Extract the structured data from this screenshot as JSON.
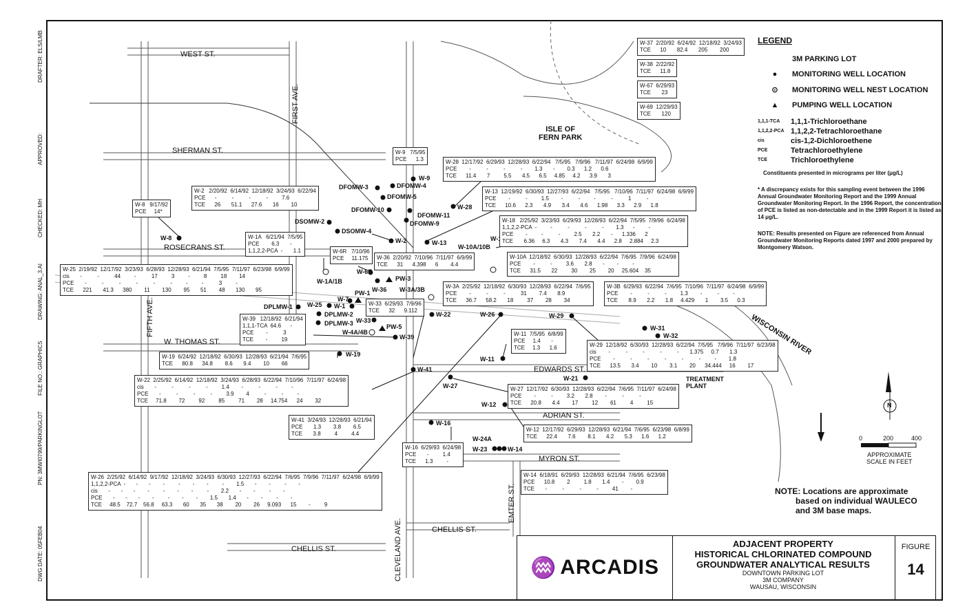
{
  "side_labels": [
    "DRAFTER: ELS/LMB",
    "APPROVED:",
    "CHECKED: MH",
    "DRAWING: ANAL_3.AI",
    "FILE NO.: GRAPHICS",
    "PN: 3MWI0799/PARKINGLOT",
    "DWG DATE: 05FEB04"
  ],
  "streets": {
    "west": "WEST ST.",
    "sherman": "SHERMAN ST.",
    "rosecrans": "ROSECRANS ST.",
    "w_thomas": "W. THOMAS ST.",
    "fifth": "FIFTH AVE.",
    "first": "FIRST AVE.",
    "edwards": "EDWARDS ST.",
    "adrian": "ADRIAN ST.",
    "myron": "MYRON ST.",
    "emter": "EMTER ST.",
    "chellis1": "CHELLIS ST.",
    "chellis2": "CHELLIS ST.",
    "cleveland": "CLEVELAND AVE.",
    "isle": "ISLE OF\nFERN PARK",
    "river": "WISCONSIN RIVER",
    "plant": "TREATMENT\nPLANT"
  },
  "wells": [
    "W-9",
    "DFOMW-3",
    "DFOMW-4",
    "DFOMW-5",
    "DFOMW-10",
    "DFOMW-11",
    "DFOMW-9",
    "DSOMW-2",
    "DSOMW-4",
    "W-2",
    "W-13",
    "W-10A/10B",
    "W-18",
    "W-28",
    "W-8",
    "W-1A/1B",
    "W-6R",
    "W-36",
    "PW-3",
    "W-3A/3B",
    "W-7",
    "PW-1",
    "W-1",
    "W-25",
    "DPLMW-1",
    "DPLMW-2",
    "DPLMW-3",
    "W-33",
    "W-4A/4B",
    "PW-5",
    "W-39",
    "W-22",
    "W-26",
    "W-29",
    "W-31",
    "W-32",
    "W-11",
    "W-21",
    "W-19",
    "W-41",
    "W-27",
    "W-12",
    "W-16",
    "W-24A",
    "W-23",
    "W-14"
  ],
  "tables": {
    "w37": "W-37  2/20/92  6/24/92  12/18/92  3/24/93\nTCE      10       82.4       205        200",
    "w38": "W-38  2/22/92\nTCE      11.8",
    "w67": "W-67  6/29/93\nTCE       23",
    "w69": "W-69  12/29/93\nTCE       120",
    "w9": "W-9   7/5/95\nPCE      1.3",
    "w28": "W-28  12/17/92  6/29/93  12/28/93  6/22/94   7/5/95   7/9/96   7/11/97  6/24/98  6/9/99\nPCE        -          -          -          -        1.3       -        0.3      1.2      0.6\nTCE      11.4       7         5.5       4.5      6.5     4.85     4.2      3.9       3",
    "w2": "W-2   2/20/92  6/14/92  12/18/92  3/24/93  6/22/94\nPCE      -          -          -          -         7.6\nTCE      26       51.1      27.6       16        10",
    "w8": "W-8   9/17/92\nPCE     14*",
    "w13": "W-13  12/19/92  6/30/93  12/27/93  6/22/94   7/5/95   7/10/96  7/11/97  6/24/98  6/9/99\nPCE        -          -         1.5        -          -         -          -          1          -\nTCE      10.6      2.3       4.9       3.4       4.6      1.98      3.3      2.9      1.8",
    "w18": "W-18   2/25/92  3/23/93  6/29/93  12/28/93  6/22/94  7/5/95  7/9/96  6/24/98\n1,1,2,2-PCA  -         -          -          -          -        1.3      -         -\nPCE        -         -          -         2.5       2.2       -      1.336      2\nTCE       6.36     6.3       4.3       7.4       4.4      2.8     2.884     2.3",
    "w1a": "W-1A   6/21/94  7/5/95\nPCE        6.3       -\n1,1,2,2-PCA  -       1.1",
    "w6r": "W-6R   7/10/96\nPCE     11.175",
    "w36": "W-36  2/20/92  7/10/96  7/11/97  6/9/99\nTCE      31      4.398      6        4.4",
    "w10a": "W-10A  12/18/92  6/30/93  12/28/93  6/22/94  7/6/95  7/9/96  6/24/98\nPCE        -          -         3.6       2.8       -        -         -\nTCE      31.5       22         30        25        20     25.604    35",
    "w25": "W-25  2/19/92  12/17/92  3/23/93  6/28/93  12/28/93  6/21/94  7/5/95  7/11/97  6/23/98  6/9/99\ncis       -          -          44         -          17         3         -         8         18        14\nPCE       -          -          -          -          -          -         -         -          3         -\nTCE      221       41.3      380        11        130        95       51        48       130       95",
    "w3a": "W-3A  2/25/92  12/18/92  6/30/93  12/28/93  6/22/94  7/6/95\nPCE        -          -          -          31        7.4       8.9\nTCE      36.7      58.2       18         37        28        34",
    "w3b": "W-3B  6/29/93  6/22/94  7/6/95  7/10/96  7/11/97  6/24/98  6/9/99\nPCE        -          -          -         1.3        -          -         -\nTCE       8.9       2.2       1.8     4.429       1        3.5      0.3",
    "w33": "W-33  6/29/93  7/9/96\nTCE      32      9.112",
    "w39": "W-39   12/18/92  6/21/94\n1,1,1-TCA  64.6      -\nPCE        -          3\nTCE        -         19",
    "w11": "W-11  7/5/95  6/8/99\nPCE     1.4       -\nTCE     1.3      1.6",
    "w29": "W-29  12/18/92  6/30/93  12/28/93  6/22/94  7/5/95   7/9/96  7/11/97  6/23/98\ncis        -          -          -          -          -       1.375     0.7       1.3\nPCE        -          -          -          -          -          -         -        1.8\nTCE      13.5       3.4        10        3.1        20      34.444     16        17",
    "w19": "W-19  6/24/92  12/18/92  6/30/93  12/28/93  6/21/94  7/6/95\nTCE      80.8      34.8        8.6       9.4        10        66",
    "w22": "W-22  2/25/92  6/14/92  12/18/92  3/24/93  6/28/93  6/22/94  7/10/96  7/11/97  6/24/98\ncis       -          -          -          -         1.4        -          -          -         -\nPCE       -          -          -          -         3.9        4          -          -         -\nTCE     71.8        72         92         85         71        28     14.754      24        32",
    "w27": "W-27  12/17/92  6/30/93  12/28/93  6/22/94  7/6/95  7/11/97  6/24/98\nPCE        -          -         3.2       2.8        -          -          -\nTCE      20.8       4.4        17         12        61         4         15",
    "w41": "W-41  3/24/93  12/28/93  6/21/94\nPCE       1.3        3.8        6.5\nTCE       3.8         4         4.4",
    "w12": "W-12  12/17/92  6/29/93  12/28/93  6/21/94  7/6/95  6/23/98  6/8/99\nTCE      22.4       7.6        8.1       4.2       5.3      1.6      1.2",
    "w16": "W-16  6/29/93  6/24/98\nPCE       -         1.4\nTCE      1.3         -",
    "w14": "W-14  6/18/91  6/29/93  12/28/93  6/21/94  7/6/95  6/23/98\nPCE      10.8        2         1.8       1.4        -        0.9\nTCE       -          -          -          -         41        -",
    "w26": "W-26  2/25/92  6/14/92  9/17/92  12/18/92  3/24/93  6/30/93  12/27/93  6/22/94  7/6/95  7/9/96  7/11/97  6/24/98  6/9/99\n1,1,2,2-PCA  -       -       -        -         -        -        -         -        1.5       -        -         -        -\ncis       -       -       -        -         -        -        -         -        2.2       -        -         -        -\nPCE       -       -       -        -         -        -        -        1.5       1.4       -        -         -        -\nTCE     48.5    72.7    56.8     63.3       60       35       38        20        26     9.093      15        -         9"
  },
  "legend": {
    "title": "LEGEND",
    "parking": "3M PARKING LOT",
    "mon_well": "MONITORING WELL LOCATION",
    "nest": "MONITORING WELL NEST LOCATION",
    "pump": "PUMPING WELL LOCATION",
    "abbrevs": [
      {
        "k": "1,1,1-TCA",
        "v": "1,1,1-Trichloroethane"
      },
      {
        "k": "1,1,2,2-PCA",
        "v": "1,1,2,2-Tetrachloroethane"
      },
      {
        "k": "cis",
        "v": "cis-1,2-Dichloroethene"
      },
      {
        "k": "PCE",
        "v": "Tetrachloroethylene"
      },
      {
        "k": "TCE",
        "v": "Trichloroethylene"
      }
    ],
    "units": "Constituents presented in micrograms per liter (μg/L)",
    "footnote": "* A discrepancy exists for this sampling event between the 1996 Annual Groundwater Monitoring Report and the 1999 Annual Groundwater Monitoring Report. In the 1996 Report, the concentration of PCE is listed as non-detectable and in the 1999 Report it is listed as 14 μg/L.",
    "note": "NOTE: Results presented on Figure are referenced from Annual Groundwater Monitoring Reports dated 1997 and 2000 prepared by Montgomery Watson."
  },
  "scale": {
    "s0": "0",
    "s200": "200",
    "s400": "400",
    "label": "APPROXIMATE\nSCALE IN FEET",
    "north": "N"
  },
  "loc_note": "NOTE: Locations are approximate\n         based on individual WAULECO\n         and 3M base maps.",
  "title_block": {
    "logo": "ARCADIS",
    "t1": "ADJACENT PROPERTY",
    "t2": "HISTORICAL CHLORINATED COMPOUND",
    "t3": "GROUNDWATER ANALYTICAL RESULTS",
    "s1": "DOWNTOWN PARKING LOT",
    "s2": "3M COMPANY",
    "s3": "WAUSAU, WISCONSIN",
    "fig_label": "FIGURE",
    "fig_num": "14"
  }
}
